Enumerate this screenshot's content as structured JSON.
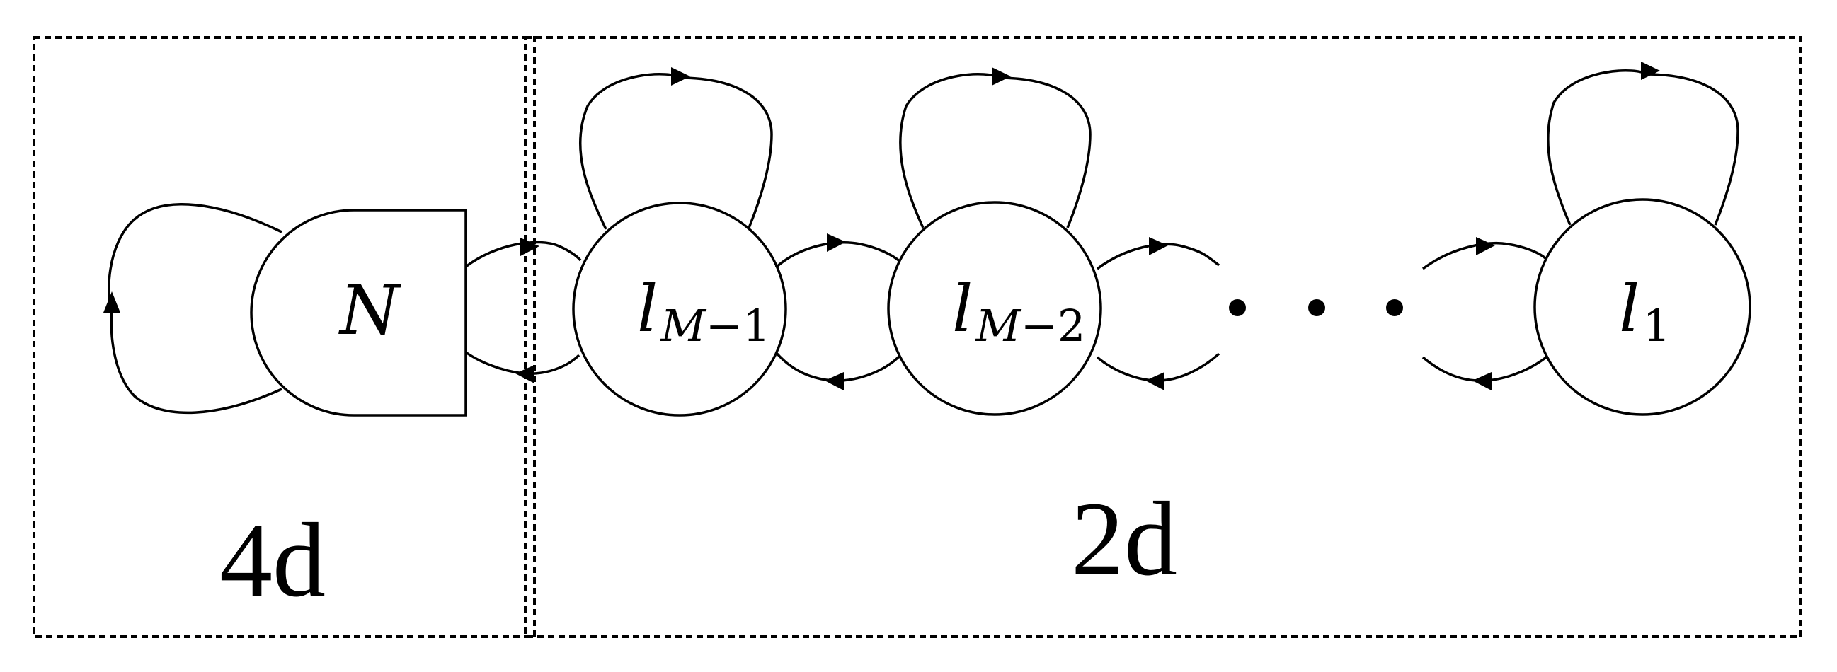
{
  "regions": {
    "left_label": "4d",
    "right_label": "2d"
  },
  "nodes": {
    "flavor": {
      "symbol": "N"
    },
    "gauge_1": {
      "symbol": "l",
      "sub_var": "M",
      "sub_rest": "−1"
    },
    "gauge_2": {
      "symbol": "l",
      "sub_var": "M",
      "sub_rest": "−2"
    },
    "gauge_last": {
      "symbol": "l",
      "sub_rest": "1"
    }
  },
  "ellipsis_dots": 3
}
